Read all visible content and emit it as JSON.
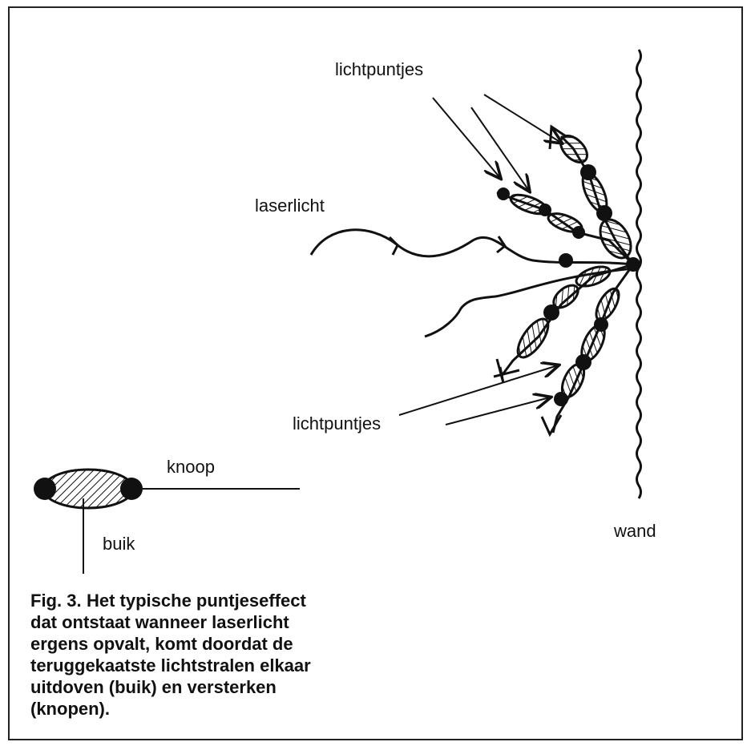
{
  "labels": {
    "lichtpuntjes_top": "lichtpuntjes",
    "laserlicht": "laserlicht",
    "lichtpuntjes_bottom": "lichtpuntjes",
    "knoop": "knoop",
    "buik": "buik",
    "wand": "wand"
  },
  "caption": {
    "fig": "Fig. 3.",
    "lines": [
      "Het typische puntjeseffect",
      "dat ontstaat wanneer laserlicht",
      "ergens opvalt, komt doordat de",
      "teruggekaatste lichtstralen elkaar",
      "uitdoven (buik) en versterken",
      "(knopen)."
    ]
  }
}
